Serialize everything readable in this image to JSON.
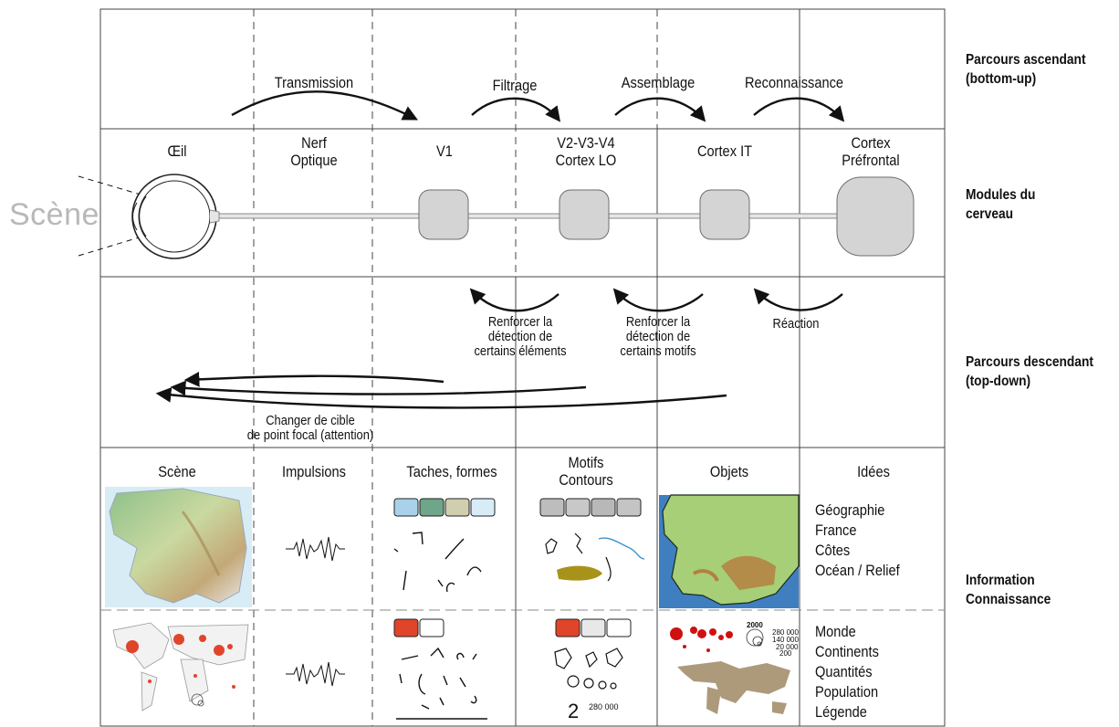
{
  "scene_label": "Scène",
  "row_labels": {
    "ascending_1": "Parcours ascendant",
    "ascending_2": "(bottom-up)",
    "modules_1": "Modules du",
    "modules_2": "cerveau",
    "descending_1": "Parcours descendant",
    "descending_2": "(top-down)",
    "info_1": "Information",
    "info_2": "Connaissance"
  },
  "ascending_arrows": {
    "transmission": "Transmission",
    "filtrage": "Filtrage",
    "assemblage": "Assemblage",
    "reconnaissance": "Reconnaissance"
  },
  "modules": {
    "oeil": "Œil",
    "nerf_1": "Nerf",
    "nerf_2": "Optique",
    "v1": "V1",
    "v2_1": "V2-V3-V4",
    "v2_2": "Cortex LO",
    "it": "Cortex IT",
    "pf_1": "Cortex",
    "pf_2": "Préfrontal"
  },
  "descending_arrows": {
    "a1_1": "Renforcer la",
    "a1_2": "détection de",
    "a1_3": "certains éléments",
    "a2_1": "Renforcer la",
    "a2_2": "détection de",
    "a2_3": "certains motifs",
    "a3": "Réaction",
    "attention_1": "Changer de cible",
    "attention_2": "de point focal (attention)"
  },
  "info_columns": {
    "scene": "Scène",
    "impulsions": "Impulsions",
    "taches": "Taches, formes",
    "motifs_1": "Motifs",
    "motifs_2": "Contours",
    "objets": "Objets",
    "idees": "Idées"
  },
  "ideas_top": [
    "Géographie",
    "France",
    "Côtes",
    "Océan / Relief"
  ],
  "ideas_bottom": [
    "Monde",
    "Continents",
    "Quantités",
    "Population",
    "Légende"
  ],
  "bottom_numbers": {
    "big": "2",
    "small": "280 000",
    "legend_year": "2000",
    "legend_v1": "280 000",
    "legend_v2": "140 000",
    "legend_v3": "20 000",
    "legend_v4": "200"
  },
  "colors": {
    "module_fill": "#d4d4d4",
    "module_stroke": "#6e6e6e",
    "scene_label": "#b8b8b8",
    "swatch_blue": "#a9d2ea",
    "swatch_green": "#6fa58a",
    "swatch_sand": "#cfcfb0",
    "swatch_lightblue": "#d8ecf8",
    "swatch_red": "#e0452a",
    "olive": "#a8931a",
    "map_sea": "#3f7fc0",
    "map_land": "#a7cf77",
    "map_relief": "#b4803f",
    "world_land": "#ad9a7b",
    "dot_red": "#d01010"
  }
}
